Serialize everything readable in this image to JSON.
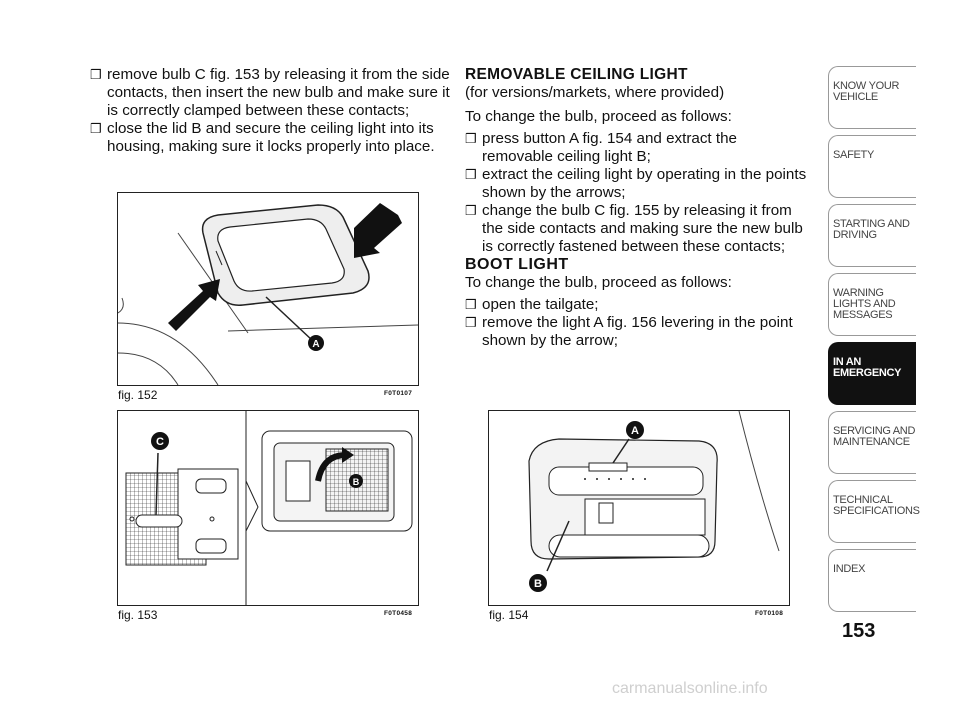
{
  "left_column": {
    "bullets": [
      "remove bulb C fig. 153 by releasing it from the side contacts, then insert the new bulb and make sure it is correctly clamped between these contacts;",
      "close the lid B and secure the ceiling light into its housing, making sure it locks properly into place."
    ]
  },
  "right_column": {
    "heading": "REMOVABLE CEILING LIGHT",
    "subheading": "(for versions/markets, where provided)",
    "intro": "To change the bulb, proceed as follows:",
    "bullets": [
      "press button A fig. 154 and extract the removable ceiling light B;",
      "extract the ceiling light by operating in the points shown by the arrows;",
      "change the bulb C fig. 155 by releasing it from the side contacts and making sure the new bulb is correctly fastened between these contacts;"
    ],
    "heading2": "BOOT LIGHT",
    "intro2": "To change the bulb, proceed as follows:",
    "bullets2": [
      "open the tailgate;",
      "remove the light A fig. 156 levering in the point shown by the arrow;"
    ]
  },
  "bullet_glyph": "❒",
  "figures": {
    "fig152": {
      "caption": "fig. 152",
      "code": "F0T0107",
      "labels": [
        "A"
      ]
    },
    "fig153": {
      "caption": "fig. 153",
      "code": "F0T0458",
      "labels": [
        "C",
        "B"
      ]
    },
    "fig154": {
      "caption": "fig. 154",
      "code": "F0T0108",
      "labels": [
        "A",
        "B"
      ]
    }
  },
  "sidebar": {
    "tabs": [
      {
        "label": "KNOW YOUR VEHICLE",
        "active": false
      },
      {
        "label": "SAFETY",
        "active": false
      },
      {
        "label": "STARTING AND DRIVING",
        "active": false
      },
      {
        "label": "WARNING LIGHTS AND MESSAGES",
        "active": false
      },
      {
        "label": "IN AN EMERGENCY",
        "active": true
      },
      {
        "label": "SERVICING AND MAINTENANCE",
        "active": false
      },
      {
        "label": "TECHNICAL SPECIFICATIONS",
        "active": false
      },
      {
        "label": "INDEX",
        "active": false
      }
    ]
  },
  "page_number": "153",
  "watermark": "carmanualsonline.info"
}
